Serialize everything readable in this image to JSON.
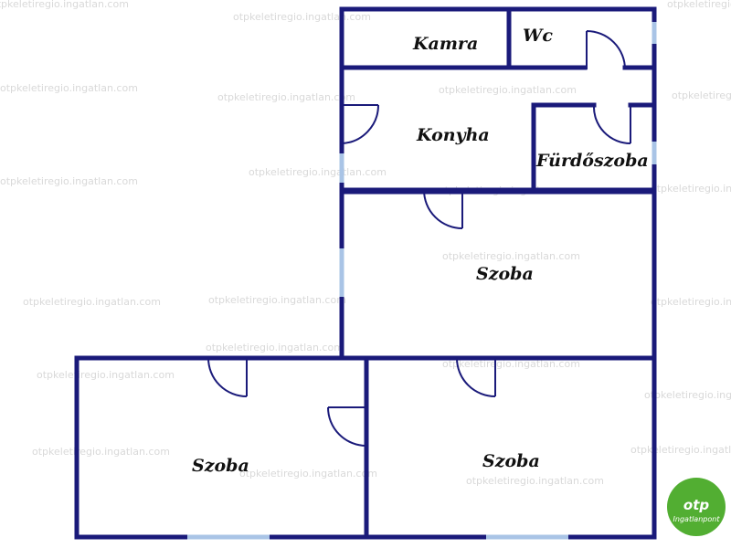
{
  "rooms": {
    "kamra": "Kamra",
    "wc": "Wc",
    "konyha": "Konyha",
    "furdoszoba": "Fürdőszoba",
    "szoba_middle": "Szoba",
    "szoba_left": "Szoba",
    "szoba_right": "Szoba"
  },
  "watermark": "otpkeletiregio.ingatlan.com",
  "logo": {
    "main": "otp",
    "sub": "Ingatlanpont"
  },
  "colors": {
    "wall": "#1a1a7a",
    "window": "#a9c4e6",
    "logo": "#52ae32"
  }
}
